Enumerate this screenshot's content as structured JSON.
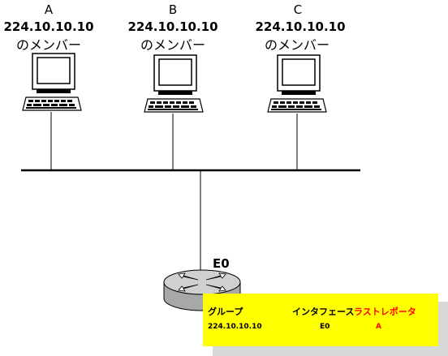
{
  "hosts": [
    {
      "letter": "A",
      "ip": "224.10.10.10",
      "member": "のメンバー"
    },
    {
      "letter": "B",
      "ip": "224.10.10.10",
      "member": "のメンバー"
    },
    {
      "letter": "C",
      "ip": "224.10.10.10",
      "member": "のメンバー"
    }
  ],
  "router": {
    "interface_label": "E0"
  },
  "table": {
    "headers": {
      "group": "グループ",
      "interface": "インタフェース",
      "last_reporter": "ラストレポータ"
    },
    "row": {
      "group": "224.10.10.10",
      "interface": "E0",
      "last_reporter": "A"
    }
  },
  "colors": {
    "table_bg": "#ffff00",
    "shadow": "#d8d8d8",
    "highlight": "#ff0000",
    "router": "#a8a8a8"
  }
}
